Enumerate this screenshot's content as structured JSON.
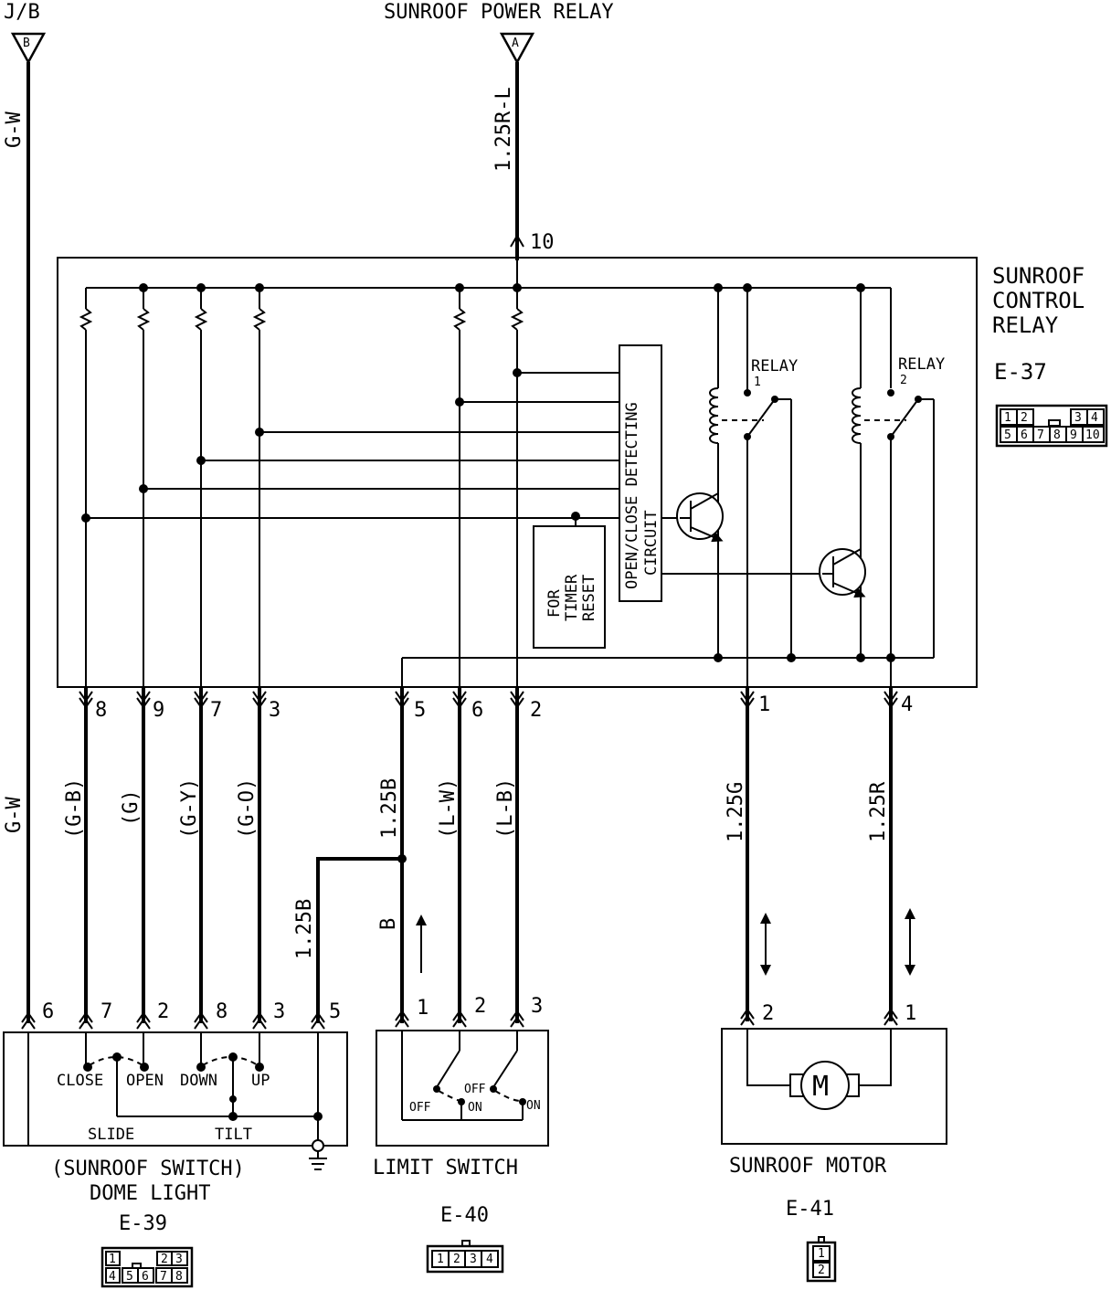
{
  "sources": {
    "jb": {
      "label": "J/B",
      "connector": "B",
      "wire": "G-W"
    },
    "power_relay": {
      "label": "SUNROOF POWER RELAY",
      "connector": "A",
      "wire": "1.25R-L"
    }
  },
  "control_relay": {
    "title_lines": [
      "SUNROOF",
      "CONTROL",
      "RELAY"
    ],
    "id": "E-37",
    "top_pin": "10",
    "relay1_lines": [
      "RELAY",
      "1"
    ],
    "relay2_lines": [
      "RELAY",
      "2"
    ],
    "circuit_lines": [
      "OPEN/CLOSE DETECTING",
      "CIRCUIT"
    ],
    "timer_lines": [
      "FOR",
      "TIMER",
      "RESET"
    ],
    "bottom_pins": [
      "8",
      "9",
      "7",
      "3",
      "5",
      "6",
      "2",
      "1",
      "4"
    ],
    "connector_pins_top": [
      "1",
      "2",
      "3",
      "4"
    ],
    "connector_pins_bottom": [
      "5",
      "6",
      "7",
      "8",
      "9",
      "10"
    ]
  },
  "wires": {
    "gw_lower": "G-W",
    "gb": "(G-B)",
    "g": "(G)",
    "gy": "(G-Y)",
    "go": "(G-O)",
    "b125_a": "1.25B",
    "b125_b": "1.25B",
    "b": "B",
    "lw": "(L-W)",
    "lb": "(L-B)",
    "g125": "1.25G",
    "r125": "1.25R"
  },
  "sunroof_switch": {
    "pins": [
      "6",
      "7",
      "2",
      "8",
      "3",
      "5"
    ],
    "close": "CLOSE",
    "open": "OPEN",
    "down": "DOWN",
    "up": "UP",
    "slide": "SLIDE",
    "tilt": "TILT",
    "name_line1": "(SUNROOF SWITCH)",
    "name_line2": "DOME LIGHT",
    "id": "E-39",
    "connector_pins_top": [
      "1",
      "2",
      "3"
    ],
    "connector_pins_bottom": [
      "4",
      "5",
      "6",
      "7",
      "8"
    ]
  },
  "limit_switch": {
    "pins": [
      "1",
      "2",
      "3"
    ],
    "off1": "OFF",
    "on1": "ON",
    "off2": "OFF",
    "on2": "ON",
    "name": "LIMIT SWITCH",
    "id": "E-40",
    "connector_pins": [
      "1",
      "2",
      "3",
      "4"
    ]
  },
  "motor": {
    "pins": [
      "2",
      "1"
    ],
    "symbol": "M",
    "name": "SUNROOF MOTOR",
    "id": "E-41",
    "connector_pins": [
      "1",
      "2"
    ]
  }
}
